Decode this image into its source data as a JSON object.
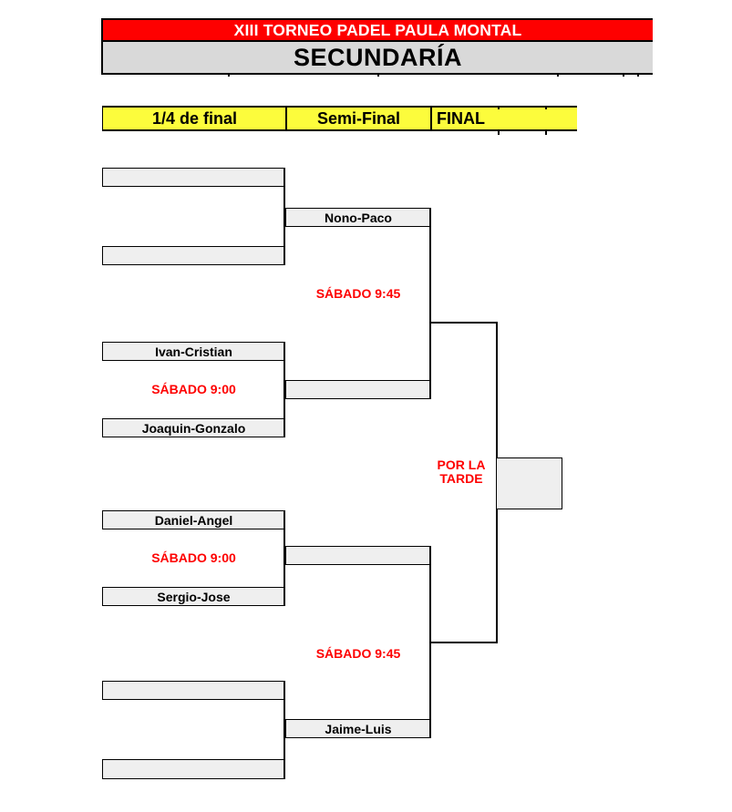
{
  "header": {
    "title": "XIII TORNEO PADEL PAULA MONTAL",
    "subtitle": "SECUNDARÍA"
  },
  "columns": [
    {
      "label": "1/4 de final"
    },
    {
      "label": "Semi-Final"
    },
    {
      "label": "FINAL"
    }
  ],
  "bracket": {
    "qf1": {
      "p1": "",
      "p2": ""
    },
    "qf2": {
      "p1": "Ivan-Cristian",
      "time": "SÁBADO 9:00",
      "p2": "Joaquin-Gonzalo"
    },
    "qf3": {
      "p1": "Daniel-Angel",
      "time": "SÁBADO 9:00",
      "p2": "Sergio-Jose"
    },
    "qf4": {
      "p1": "",
      "p2": ""
    },
    "sf1": {
      "top": "Nono-Paco",
      "time": "SÁBADO 9:45",
      "bottom": ""
    },
    "sf2": {
      "top": "",
      "time": "SÁBADO 9:45",
      "bottom": "Jaime-Luis"
    },
    "final": {
      "schedule_line1": "POR LA",
      "schedule_line2": "TARDE",
      "winner": ""
    }
  },
  "colors": {
    "accent_red": "#FE0000",
    "header_gray": "#D9D9D9",
    "round_yellow": "#FCFC3C",
    "slot_fill": "#EFEFEF",
    "line_black": "#000000"
  }
}
